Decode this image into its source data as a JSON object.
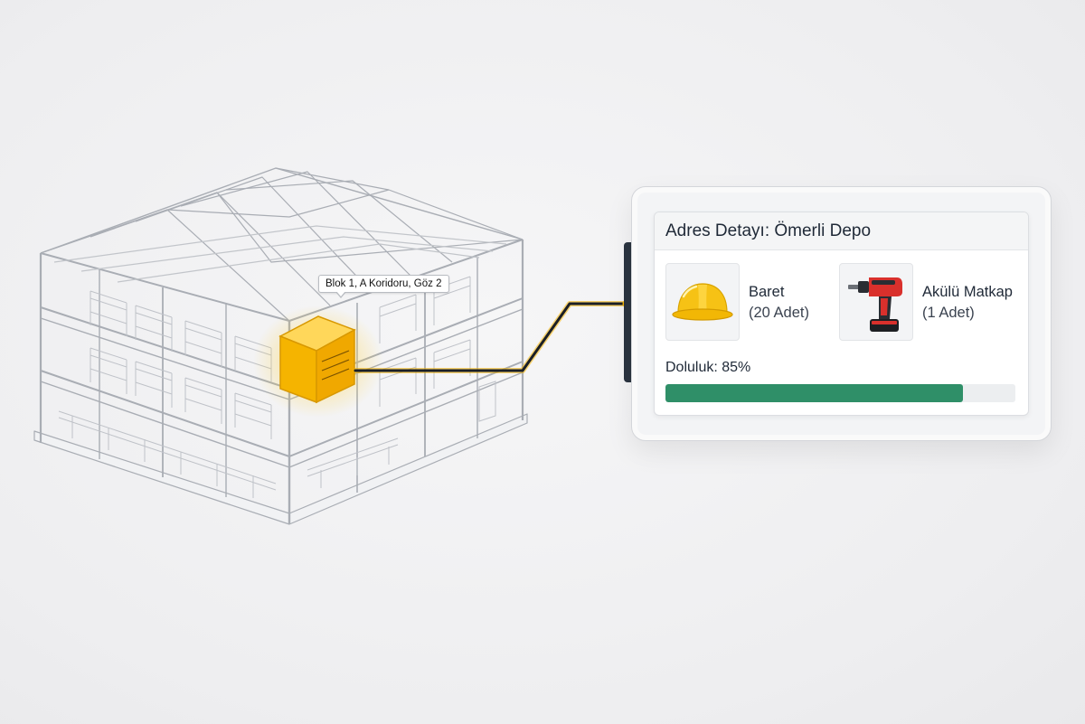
{
  "location_label": "Blok 1, A Koridoru, Göz 2",
  "panel": {
    "title": "Adres Detayı: Ömerli Depo",
    "items": [
      {
        "name": "Baret",
        "quantity": "(20 Adet)",
        "icon": "hard-hat-icon"
      },
      {
        "name": "Akülü Matkap",
        "quantity": "(1 Adet)",
        "icon": "cordless-drill-icon"
      }
    ],
    "fill_label": "Doluluk: 85%",
    "fill_fraction": 0.85
  },
  "colors": {
    "highlight": "#f5b400",
    "connector": "#1b1f26",
    "fill_bar": "#2f8f68"
  }
}
